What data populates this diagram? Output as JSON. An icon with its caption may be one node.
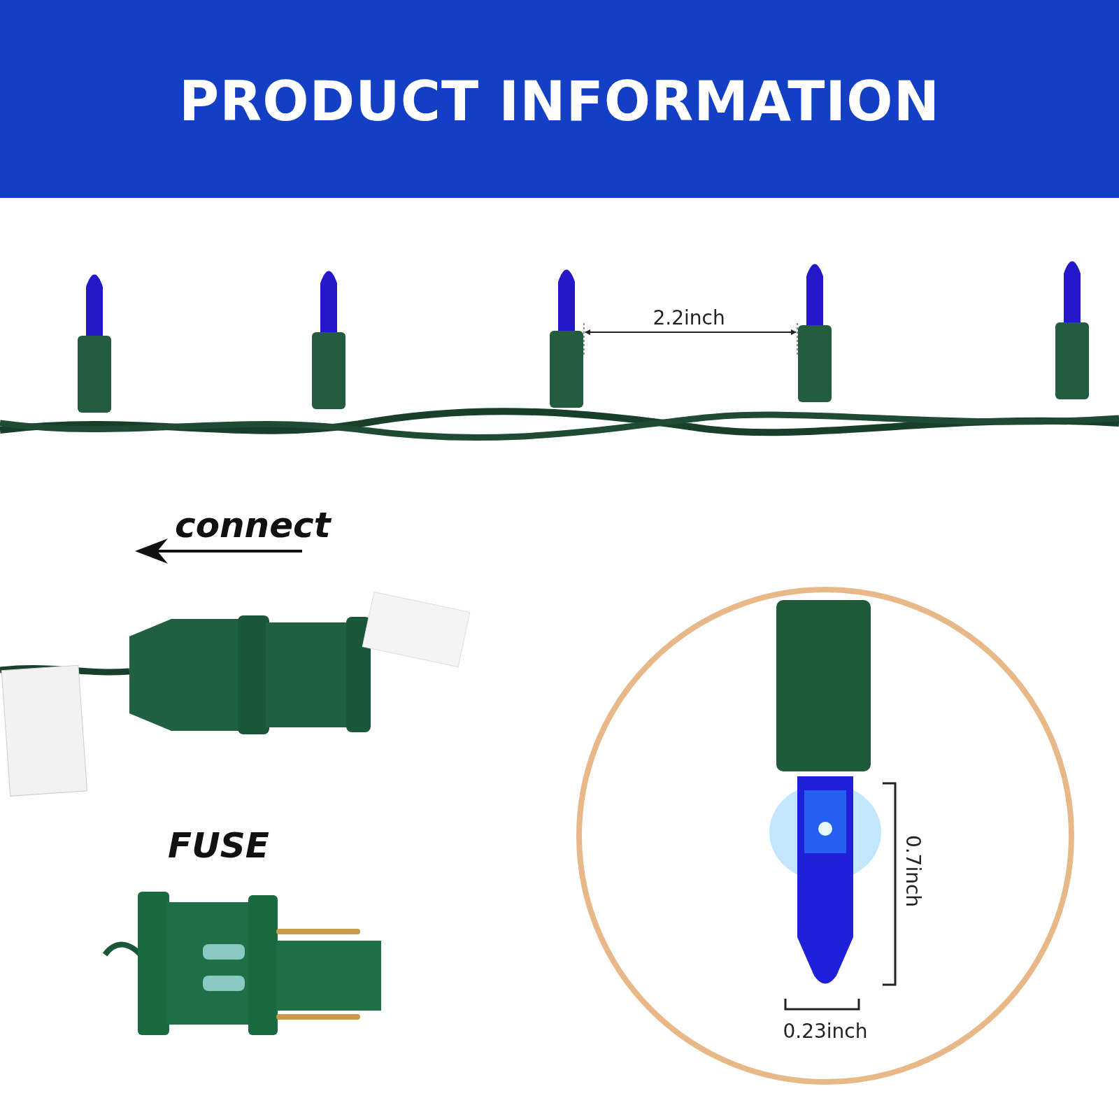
{
  "diagram": {
    "title": "PRODUCT INFORMATION",
    "labels": [
      "2.2inch",
      "connect",
      "FUSE",
      "0.7inch",
      "0.23inch"
    ]
  }
}
